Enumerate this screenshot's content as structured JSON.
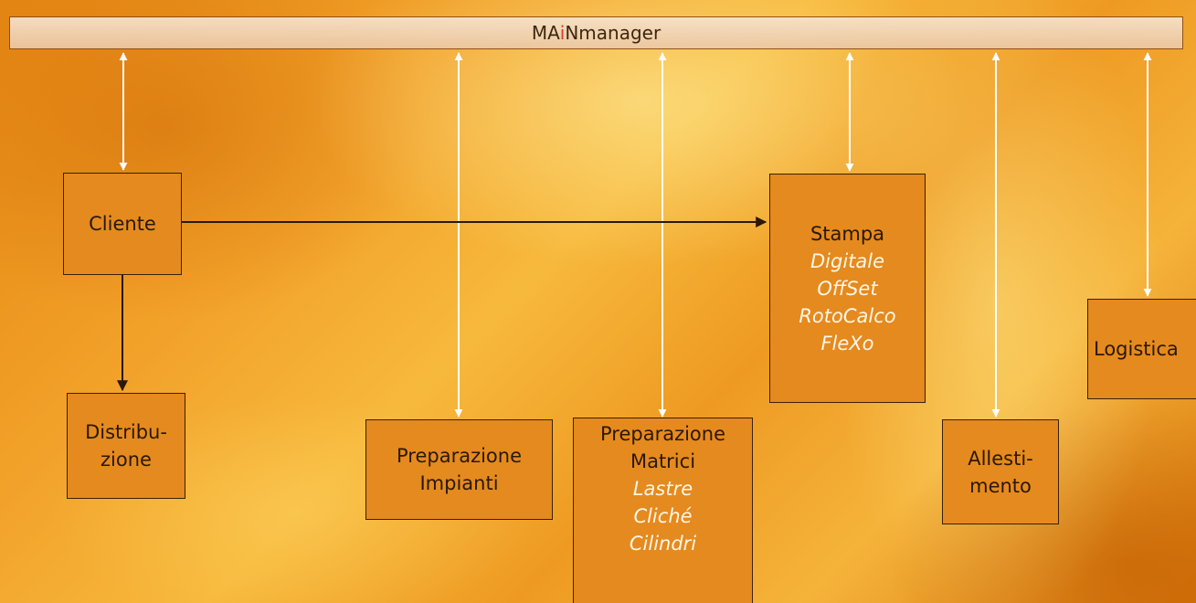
{
  "header": {
    "title_pre": "MA",
    "title_accent": "i",
    "title_post": "Nmanager"
  },
  "nodes": {
    "cliente": {
      "label": "Cliente"
    },
    "distribuzione": {
      "line1": "Distribu-",
      "line2": "zione"
    },
    "preparazione_impianti": {
      "line1": "Preparazione",
      "line2": "Impianti"
    },
    "preparazione_matrici": {
      "line1": "Preparazione",
      "line2": "Matrici",
      "items": [
        "Lastre",
        "Cliché",
        "Cilindri"
      ]
    },
    "stampa": {
      "label": "Stampa",
      "items": [
        "Digitale",
        "OffSet",
        "RotoCalco",
        "FleXo"
      ]
    },
    "allestimento": {
      "line1": "Allesti-",
      "line2": "mento"
    },
    "logistica": {
      "label": "Logistica"
    }
  },
  "colors": {
    "box_fill": "#e58a1e",
    "box_border": "#3a2108",
    "arrow_double": "#ffffff",
    "arrow_single": "#2a1808",
    "title_accent": "#d4302a"
  }
}
